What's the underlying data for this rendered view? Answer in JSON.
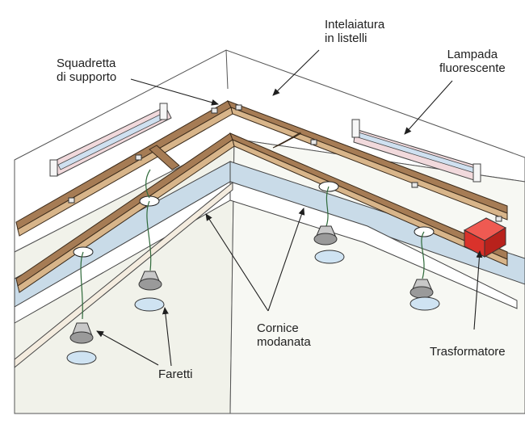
{
  "colors": {
    "wall_left": "#f2f3ec",
    "wall_right": "#f6f7f2",
    "ceiling": "#ffffff",
    "wood": "#a67c55",
    "wood_top": "#d8b58a",
    "cornice_blue": "#c9dbe8",
    "trafo_red": "#d9322b",
    "lamp_tube": "#cfe0f0",
    "lamp_base": "#f1d9dc",
    "line": "#3a3a3a"
  },
  "labels": {
    "intelaiatura": [
      "Intelaiatura",
      "in listelli"
    ],
    "squadretta": [
      "Squadretta",
      "di supporto"
    ],
    "lampada": [
      "Lampada",
      "fluorescente"
    ],
    "cornice": [
      "Cornice",
      "modanata"
    ],
    "faretti": [
      "Faretti"
    ],
    "trasformatore": [
      "Trasformatore"
    ]
  },
  "icons": [
    "spotlight-icon",
    "fluorescent-lamp-icon",
    "transformer-icon",
    "support-bracket-icon"
  ]
}
